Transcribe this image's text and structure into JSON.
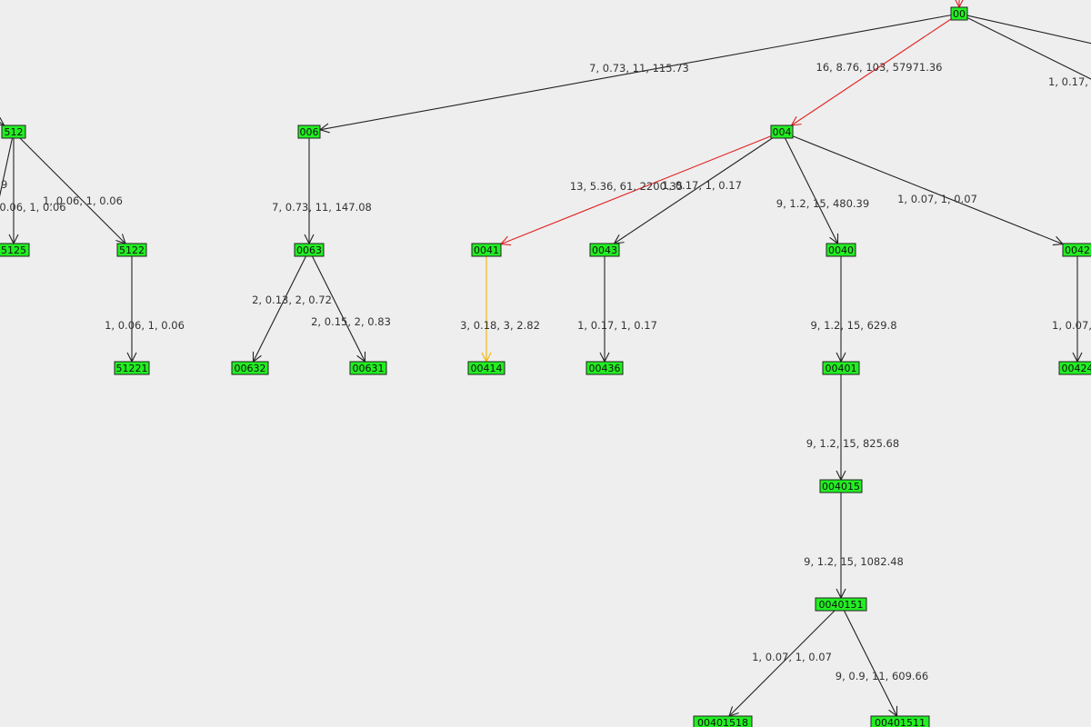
{
  "colors": {
    "background": "#eeeeee",
    "node_fill": "#22ee22",
    "node_border": "#222222",
    "edge_default": "#222222",
    "edge_highlight": "#e02020",
    "edge_selected": "#f0b400"
  },
  "nodes": [
    {
      "id": "n00",
      "label": "00"
    },
    {
      "id": "n512",
      "label": "512"
    },
    {
      "id": "n006",
      "label": "006"
    },
    {
      "id": "n004",
      "label": "004"
    },
    {
      "id": "n5125",
      "label": "5125"
    },
    {
      "id": "n5122",
      "label": "5122"
    },
    {
      "id": "n0063",
      "label": "0063"
    },
    {
      "id": "n0041",
      "label": "0041"
    },
    {
      "id": "n0043",
      "label": "0043"
    },
    {
      "id": "n0040",
      "label": "0040"
    },
    {
      "id": "n0042",
      "label": "0042"
    },
    {
      "id": "n51221",
      "label": "51221"
    },
    {
      "id": "n00632",
      "label": "00632"
    },
    {
      "id": "n00631",
      "label": "00631"
    },
    {
      "id": "n00414",
      "label": "00414"
    },
    {
      "id": "n00436",
      "label": "00436"
    },
    {
      "id": "n00401",
      "label": "00401"
    },
    {
      "id": "n00424",
      "label": "00424"
    },
    {
      "id": "n004015",
      "label": "004015"
    },
    {
      "id": "n0040151",
      "label": "0040151"
    },
    {
      "id": "n00401518",
      "label": "00401518"
    },
    {
      "id": "n00401511",
      "label": "00401511"
    }
  ],
  "edges": [
    {
      "from": "n00",
      "to": "n006",
      "label": "7, 0.73, 11, 115.73",
      "style": "default"
    },
    {
      "from": "n00",
      "to": "n004",
      "label": "16, 8.76, 103, 57971.36",
      "style": "highlight"
    },
    {
      "from": "n00",
      "to": "off_right_1",
      "label": "1, 0.17,",
      "style": "default"
    },
    {
      "from": "n00",
      "to": "off_right_2",
      "label": "",
      "style": "default"
    },
    {
      "from": "off_top",
      "to": "n00",
      "label": "",
      "style": "highlight"
    },
    {
      "from": "off_left_1",
      "to": "n512",
      "label": "",
      "style": "default"
    },
    {
      "from": "n512",
      "to": "off_left_2",
      "label": "9",
      "style": "default"
    },
    {
      "from": "n512",
      "to": "n5125",
      "label": "0.06, 1, 0.06",
      "style": "default"
    },
    {
      "from": "n512",
      "to": "n5122",
      "label": "1, 0.06, 1, 0.06",
      "style": "default"
    },
    {
      "from": "n5122",
      "to": "n51221",
      "label": "1, 0.06, 1, 0.06",
      "style": "default"
    },
    {
      "from": "n006",
      "to": "n0063",
      "label": "7, 0.73, 11, 147.08",
      "style": "default"
    },
    {
      "from": "n0063",
      "to": "n00632",
      "label": "2, 0.13, 2, 0.72",
      "style": "default"
    },
    {
      "from": "n0063",
      "to": "n00631",
      "label": "2, 0.15, 2, 0.83",
      "style": "default"
    },
    {
      "from": "n004",
      "to": "n0041",
      "label": "13, 5.36, 61, 2200.35",
      "style": "highlight"
    },
    {
      "from": "n004",
      "to": "n0043",
      "label": "1, 0.17, 1, 0.17",
      "style": "default"
    },
    {
      "from": "n004",
      "to": "n0040",
      "label": "9, 1.2, 15, 480.39",
      "style": "default"
    },
    {
      "from": "n004",
      "to": "n0042",
      "label": "1, 0.07, 1, 0.07",
      "style": "default"
    },
    {
      "from": "n0041",
      "to": "n00414",
      "label": "3, 0.18, 3, 2.82",
      "style": "selected"
    },
    {
      "from": "n0043",
      "to": "n00436",
      "label": "1, 0.17, 1, 0.17",
      "style": "default"
    },
    {
      "from": "n0040",
      "to": "n00401",
      "label": "9, 1.2, 15, 629.8",
      "style": "default"
    },
    {
      "from": "n0042",
      "to": "n00424",
      "label": "1, 0.07,",
      "style": "default"
    },
    {
      "from": "n00401",
      "to": "n004015",
      "label": "9, 1.2, 15, 825.68",
      "style": "default"
    },
    {
      "from": "n004015",
      "to": "n0040151",
      "label": "9, 1.2, 15, 1082.48",
      "style": "default"
    },
    {
      "from": "n0040151",
      "to": "n00401518",
      "label": "1, 0.07, 1, 0.07",
      "style": "default"
    },
    {
      "from": "n0040151",
      "to": "n00401511",
      "label": "9, 0.9, 11, 609.66",
      "style": "default"
    }
  ]
}
